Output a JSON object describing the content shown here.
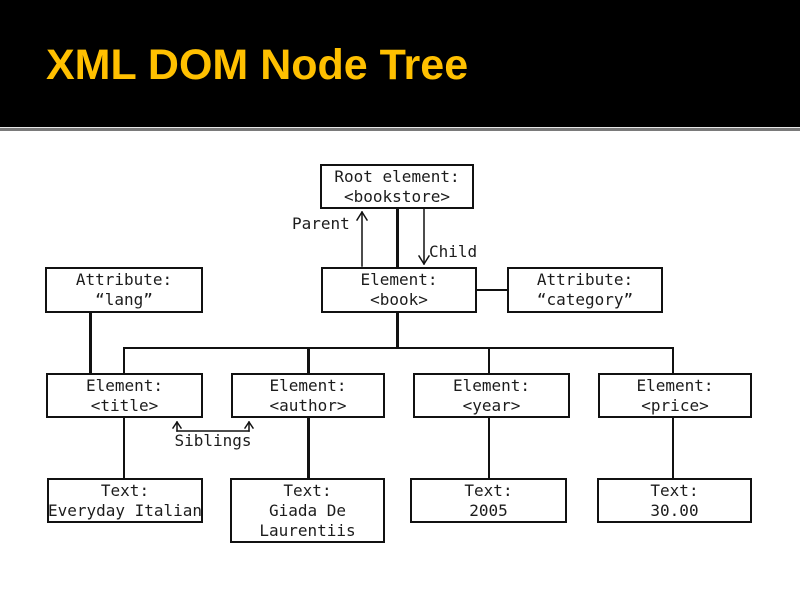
{
  "header": {
    "title": "XML DOM Node Tree"
  },
  "colors": {
    "header_bg": "#000000",
    "title": "#FFC000",
    "divider": "#7a7a7a",
    "line": "#111111",
    "box_border": "#111111",
    "box_bg": "#ffffff",
    "text": "#1c1c1c"
  },
  "diagram": {
    "labels": {
      "parent": "Parent",
      "child": "Child",
      "siblings": "Siblings"
    },
    "nodes": {
      "root": {
        "type": "Root element:",
        "value": "<bookstore>"
      },
      "attr_lang": {
        "type": "Attribute:",
        "value": "“lang”"
      },
      "elem_book": {
        "type": "Element:",
        "value": "<book>"
      },
      "attr_category": {
        "type": "Attribute:",
        "value": "“category”"
      },
      "elem_title": {
        "type": "Element:",
        "value": "<title>"
      },
      "elem_author": {
        "type": "Element:",
        "value": "<author>"
      },
      "elem_year": {
        "type": "Element:",
        "value": "<year>"
      },
      "elem_price": {
        "type": "Element:",
        "value": "<price>"
      },
      "text_title": {
        "type": "Text:",
        "value": "Everyday Italian"
      },
      "text_author": {
        "type": "Text:",
        "value": "Giada De",
        "value2": "Laurentiis"
      },
      "text_year": {
        "type": "Text:",
        "value": "2005"
      },
      "text_price": {
        "type": "Text:",
        "value": "30.00"
      }
    }
  }
}
